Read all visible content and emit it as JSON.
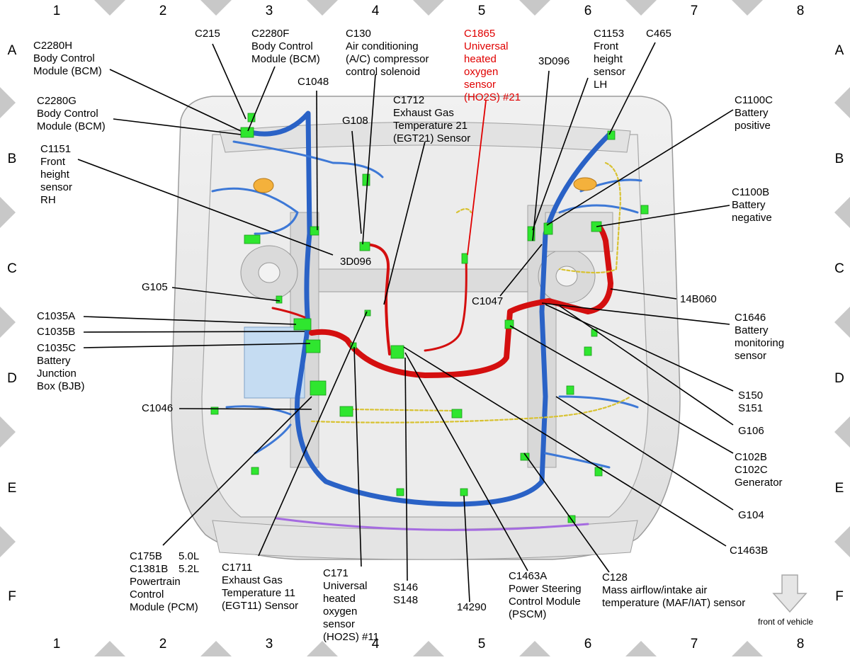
{
  "grid": {
    "columns": [
      "1",
      "2",
      "3",
      "4",
      "5",
      "6",
      "7",
      "8"
    ],
    "rows": [
      "A",
      "B",
      "C",
      "D",
      "E",
      "F"
    ]
  },
  "labels": [
    {
      "id": "c2280h",
      "lines": [
        "C2280H",
        "Body Control",
        "Module (BCM)"
      ]
    },
    {
      "id": "c215",
      "lines": [
        "C215"
      ]
    },
    {
      "id": "c2280f",
      "lines": [
        "C2280F",
        "Body Control",
        "Module (BCM)"
      ]
    },
    {
      "id": "c130",
      "lines": [
        "C130",
        "Air conditioning",
        "(A/C) compressor",
        "control solenoid"
      ]
    },
    {
      "id": "c1865",
      "lines": [
        "C1865",
        "Universal",
        "heated",
        "oxygen",
        "sensor",
        "(HO2S) #21"
      ],
      "color": "red"
    },
    {
      "id": "c1153",
      "lines": [
        "C1153",
        "Front",
        "height",
        "sensor",
        "LH"
      ]
    },
    {
      "id": "c465",
      "lines": [
        "C465"
      ]
    },
    {
      "id": "3d096_top",
      "lines": [
        "3D096"
      ]
    },
    {
      "id": "c1048",
      "lines": [
        "C1048"
      ]
    },
    {
      "id": "c2280g",
      "lines": [
        "C2280G",
        "Body Control",
        "Module (BCM)"
      ]
    },
    {
      "id": "c1712",
      "lines": [
        "C1712",
        "Exhaust Gas",
        "Temperature 21",
        "(EGT21) Sensor"
      ]
    },
    {
      "id": "g108",
      "lines": [
        "G108"
      ]
    },
    {
      "id": "c1100c",
      "lines": [
        "C1100C",
        "Battery",
        "positive"
      ]
    },
    {
      "id": "c1151",
      "lines": [
        "C1151",
        "Front",
        "height",
        "sensor",
        "RH"
      ]
    },
    {
      "id": "c1100b",
      "lines": [
        "C1100B",
        "Battery",
        "negative"
      ]
    },
    {
      "id": "3d096_mid",
      "lines": [
        "3D096"
      ]
    },
    {
      "id": "g105",
      "lines": [
        "G105"
      ]
    },
    {
      "id": "c1047",
      "lines": [
        "C1047"
      ]
    },
    {
      "id": "14b060",
      "lines": [
        "14B060"
      ]
    },
    {
      "id": "c1035a",
      "lines": [
        "C1035A"
      ]
    },
    {
      "id": "c1646",
      "lines": [
        "C1646",
        "Battery",
        "monitoring",
        "sensor"
      ]
    },
    {
      "id": "c1035b",
      "lines": [
        "C1035B"
      ]
    },
    {
      "id": "c1035c",
      "lines": [
        "C1035C",
        "Battery",
        "Junction",
        "Box (BJB)"
      ]
    },
    {
      "id": "s150",
      "lines": [
        "S150",
        "S151"
      ]
    },
    {
      "id": "c1046",
      "lines": [
        "C1046"
      ]
    },
    {
      "id": "g106",
      "lines": [
        "G106"
      ]
    },
    {
      "id": "c102b",
      "lines": [
        "C102B",
        "C102C",
        "Generator"
      ]
    },
    {
      "id": "g104",
      "lines": [
        "G104"
      ]
    },
    {
      "id": "c1463b",
      "lines": [
        "C1463B"
      ]
    },
    {
      "id": "c175b",
      "lines": [
        "C175B",
        "C1381B",
        "Powertrain",
        "Control",
        "Module (PCM)"
      ]
    },
    {
      "id": "pcm_engine",
      "lines": [
        "5.0L",
        "5.2L"
      ]
    },
    {
      "id": "c1711",
      "lines": [
        "C1711",
        "Exhaust Gas",
        "Temperature 11",
        "(EGT11) Sensor"
      ]
    },
    {
      "id": "c171",
      "lines": [
        "C171",
        "Universal",
        "heated",
        "oxygen",
        "sensor",
        "(HO2S) #11"
      ]
    },
    {
      "id": "s146",
      "lines": [
        "S146",
        "S148"
      ]
    },
    {
      "id": "14290",
      "lines": [
        "14290"
      ]
    },
    {
      "id": "c1463a",
      "lines": [
        "C1463A",
        "Power Steering",
        "Control Module",
        "(PSCM)"
      ]
    },
    {
      "id": "c128",
      "lines": [
        "C128",
        "Mass airflow/intake air",
        "temperature (MAF/IAT) sensor"
      ]
    }
  ],
  "front_caption": "front of vehicle",
  "colors": {
    "callout_red": "#e00000",
    "harness_blue": "#2a62c6",
    "harness_red": "#d40f0f",
    "connector_green": "#2fe62f",
    "body_gray": "#cfcfcf",
    "border_gray": "#c8c8c8"
  }
}
